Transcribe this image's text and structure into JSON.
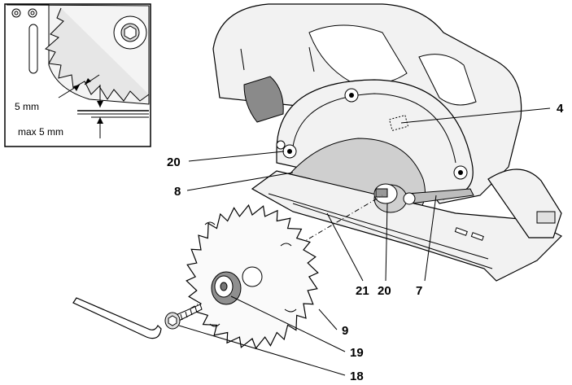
{
  "inset": {
    "cut_depth_label": "5 mm",
    "max_label": "max  5 mm"
  },
  "callouts": {
    "n4": "4",
    "n20_left": "20",
    "n8": "8",
    "n21": "21",
    "n20_bottom": "20",
    "n7": "7",
    "n9": "9",
    "n19": "19",
    "n18": "18"
  }
}
